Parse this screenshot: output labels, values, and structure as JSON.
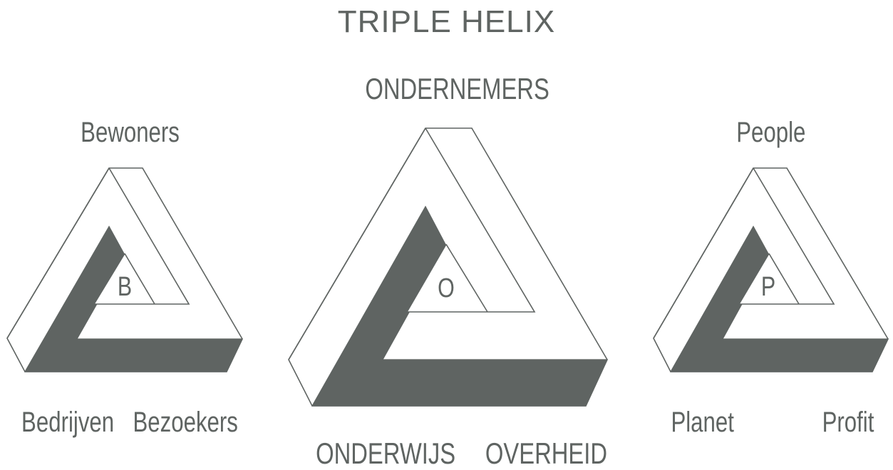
{
  "title": "TRIPLE HELIX",
  "triangles": [
    {
      "center_letter": "B",
      "top_label": "Bewoners",
      "bottom_left_label": "Bedrijven",
      "bottom_right_label": "Bezoekers"
    },
    {
      "center_letter": "O",
      "top_label": "ONDERNEMERS",
      "bottom_left_label": "ONDERWIJS",
      "bottom_right_label": "OVERHEID"
    },
    {
      "center_letter": "P",
      "top_label": "People",
      "bottom_left_label": "Planet",
      "bottom_right_label": "Profit"
    }
  ],
  "colors": {
    "ink": "#5f6462",
    "background": "#ffffff"
  }
}
